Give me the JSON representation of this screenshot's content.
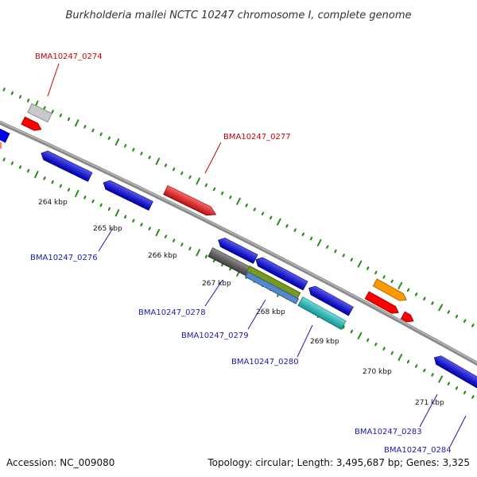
{
  "title": "Burkholderia mallei NCTC 10247 chromosome I, complete genome",
  "footer": {
    "accession": "Accession: NC_009080",
    "topology": "Topology: circular; Length: 3,495,687 bp; Genes: 3,325"
  },
  "colors": {
    "backbone": "#8a8a8a",
    "tick": "#2a8a1a",
    "forward_label": "#cc0000",
    "reverse_label": "#1a1aaa"
  },
  "kbp_labels": [
    "264 kbp",
    "265 kbp",
    "266 kbp",
    "267 kbp",
    "268 kbp",
    "269 kbp",
    "270 kbp",
    "271 kbp"
  ],
  "gene_labels": [
    {
      "text": "BMA10247_0274",
      "strand": "forward"
    },
    {
      "text": "BMA10247_0277",
      "strand": "forward"
    },
    {
      "text": "BMA10247_0276",
      "strand": "reverse"
    },
    {
      "text": "BMA10247_0278",
      "strand": "reverse"
    },
    {
      "text": "BMA10247_0279",
      "strand": "reverse"
    },
    {
      "text": "BMA10247_0280",
      "strand": "reverse"
    },
    {
      "text": "BMA10247_0283",
      "strand": "reverse"
    },
    {
      "text": "BMA10247_0284",
      "strand": "reverse"
    }
  ]
}
